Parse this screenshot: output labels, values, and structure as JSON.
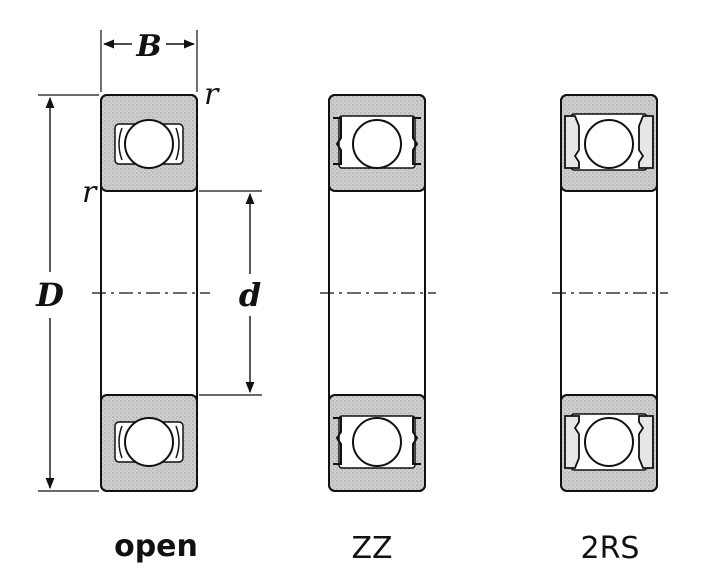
{
  "dimensions": {
    "width_label": "B",
    "outer_diameter_label": "D",
    "bore_label": "d",
    "radius_top_label": "r",
    "radius_side_label": "r"
  },
  "variants": [
    {
      "caption": "open"
    },
    {
      "caption": "ZZ"
    },
    {
      "caption": "2RS"
    }
  ],
  "colors": {
    "outline": "#111111",
    "ring_fill": "#c9c9c9",
    "background": "#ffffff"
  }
}
